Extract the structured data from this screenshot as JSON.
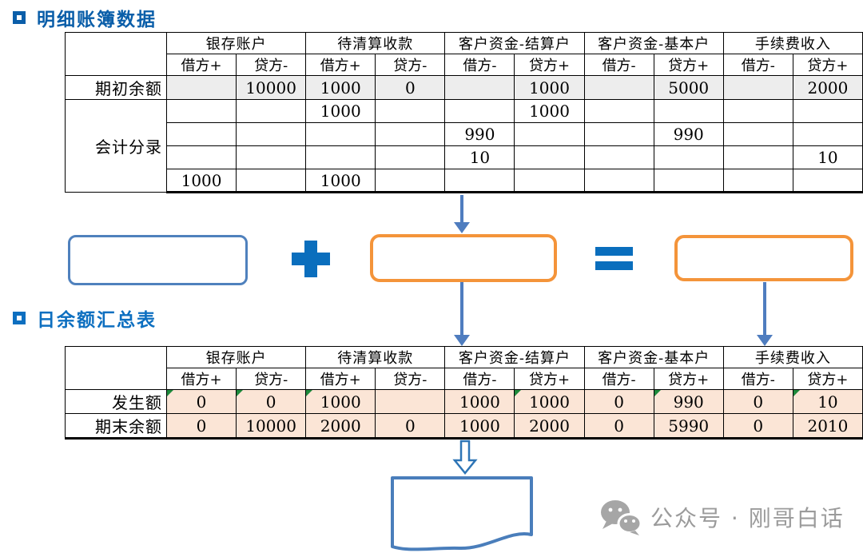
{
  "section1": {
    "title": "明细账簿数据"
  },
  "section2": {
    "title": "日余额汇总表"
  },
  "accounts": [
    {
      "name": "银存账户",
      "debit_label": "借方+",
      "credit_label": "贷方-"
    },
    {
      "name": "待清算收款",
      "debit_label": "借方+",
      "credit_label": "贷方-"
    },
    {
      "name": "客户资金-结算户",
      "debit_label": "借方-",
      "credit_label": "贷方+"
    },
    {
      "name": "客户资金-基本户",
      "debit_label": "借方-",
      "credit_label": "贷方+"
    },
    {
      "name": "手续费收入",
      "debit_label": "借方-",
      "credit_label": "贷方+"
    }
  ],
  "ledger_table": {
    "opening_row": {
      "label": "期初余额",
      "cells": [
        "",
        "10000",
        "1000",
        "0",
        "",
        "1000",
        "",
        "5000",
        "",
        "2000"
      ]
    },
    "entries_label": "会计分录",
    "entry_rows": [
      [
        "",
        "",
        "1000",
        "",
        "",
        "1000",
        "",
        "",
        "",
        ""
      ],
      [
        "",
        "",
        "",
        "",
        "990",
        "",
        "",
        "990",
        "",
        ""
      ],
      [
        "",
        "",
        "",
        "",
        "10",
        "",
        "",
        "",
        "",
        "10"
      ],
      [
        "1000",
        "",
        "1000",
        "",
        "",
        "",
        "",
        "",
        "",
        ""
      ]
    ]
  },
  "summary_table": {
    "rows": [
      {
        "label": "发生额",
        "cells": [
          "0",
          "0",
          "1000",
          "",
          "1000",
          "1000",
          "0",
          "990",
          "0",
          "10"
        ],
        "marker_cells": [
          0,
          1,
          2,
          5,
          7,
          9
        ]
      },
      {
        "label": "期末余额",
        "cells": [
          "0",
          "10000",
          "2000",
          "0",
          "1000",
          "2000",
          "0",
          "5990",
          "0",
          "2010"
        ],
        "marker_cells": []
      }
    ]
  },
  "operators": {
    "plus": "+",
    "equals": "="
  },
  "watermark": {
    "text": "公众号 · 刚哥白话",
    "icon": "wechat-icon"
  },
  "colors": {
    "title1_blue": "#0a5ea9",
    "title2_blue": "#0d6fc0",
    "operator_blue": "#0a6ebd",
    "blue_box_border": "#4f81bd",
    "orange_box_border": "#f4943a",
    "arrow_blue": "#4f7dbf",
    "outline_arrow_blue": "#2e75b6",
    "document_shape_blue": "#4a7ebb",
    "opening_row_shade": "#ededed",
    "summary_row_shade": "#fbe5d6",
    "marker_green": "#1e8a3c",
    "watermark_gray": "#9b9b9b",
    "table_border": "#000000"
  }
}
